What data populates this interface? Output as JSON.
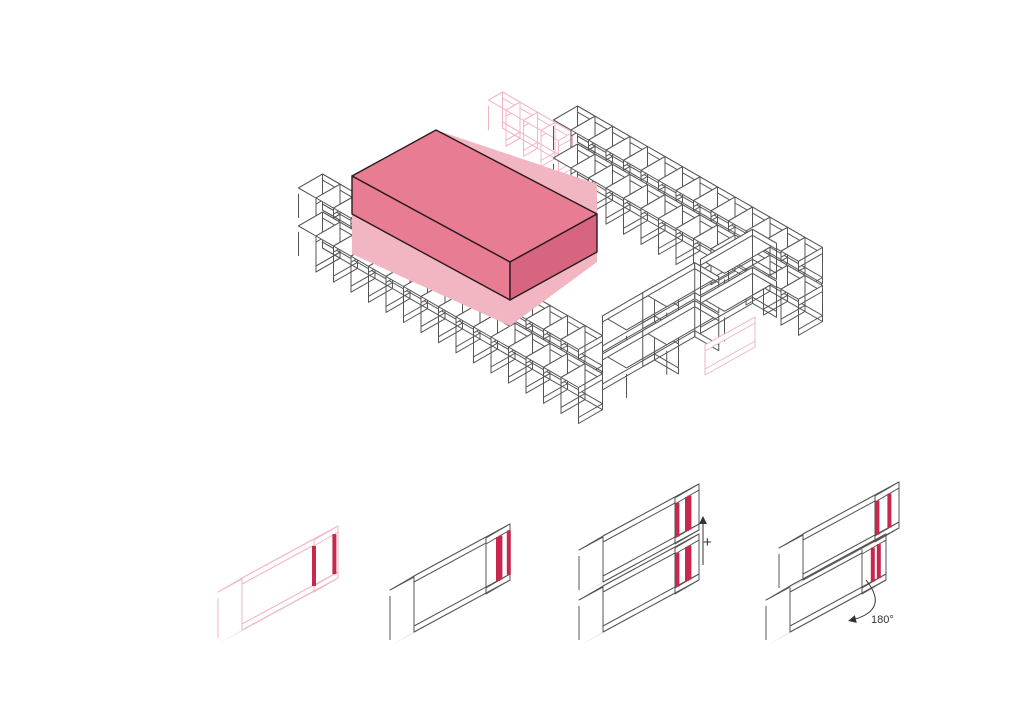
{
  "diagram": {
    "colors": {
      "line": "#555555",
      "highlight_fill": "#e87c92",
      "highlight_stroke": "#2a1a1e",
      "ghost": "#f2b6c3",
      "column": "#c8284e",
      "shelf": "#dcdcdc"
    },
    "annotations": {
      "stack_sign": "+",
      "rotation": "180°"
    },
    "steps": [
      {
        "name": "module-ghost"
      },
      {
        "name": "module-single"
      },
      {
        "name": "module-stacked"
      },
      {
        "name": "module-rotated"
      }
    ]
  }
}
